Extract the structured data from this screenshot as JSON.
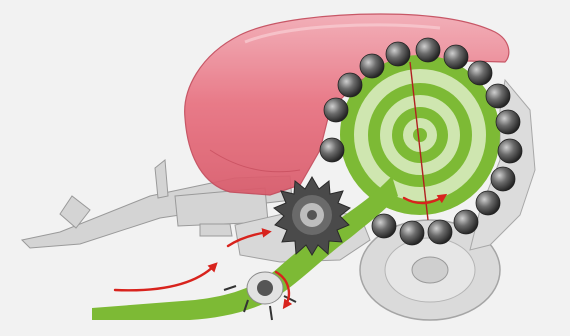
{
  "diagram": {
    "colors": {
      "background": "#f2f2f2",
      "housing": "#e8707f",
      "housing_dark": "#d24a5a",
      "crop_flow": "#7dba35",
      "bale_light": "#cfe6b0",
      "rollers": "#3a3a3a",
      "frame": "#cfcfcf",
      "frame_line": "#9a9a9a",
      "flow_arrows": "#d8231d",
      "rotor": "#4a4a4a"
    },
    "components": [
      {
        "id": "bale-chamber-housing",
        "icon": "housing-shape"
      },
      {
        "id": "bale",
        "icon": "concentric-rings"
      },
      {
        "id": "chamber-rollers",
        "icon": "steel-roller",
        "count": 17
      },
      {
        "id": "feed-rotor",
        "icon": "toothed-rotor"
      },
      {
        "id": "pickup",
        "icon": "pickup-reel"
      },
      {
        "id": "crop-flow",
        "icon": "green-band"
      },
      {
        "id": "drawbar",
        "icon": "drawbar"
      },
      {
        "id": "wheel",
        "icon": "wheel"
      },
      {
        "id": "flow-arrows",
        "icon": "red-arrow",
        "count": 4
      }
    ]
  }
}
